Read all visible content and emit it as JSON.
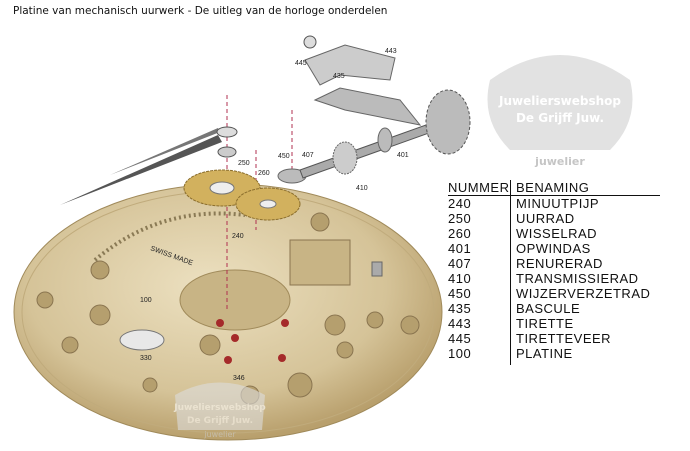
{
  "title": "Platine van mechanisch uurwerk - De uitleg van de horloge onderdelen",
  "legend": {
    "headers": {
      "number": "NUMMER",
      "name": "BENAMING"
    },
    "rows": [
      {
        "number": "240",
        "name": "MINUUTPIJP"
      },
      {
        "number": "250",
        "name": "UURRAD"
      },
      {
        "number": "260",
        "name": "WISSELRAD"
      },
      {
        "number": "401",
        "name": "OPWINDAS"
      },
      {
        "number": "407",
        "name": "RENURERAD"
      },
      {
        "number": "410",
        "name": "TRANSMISSIERAD"
      },
      {
        "number": "450",
        "name": "WIJZERVERZETRAD"
      },
      {
        "number": "435",
        "name": "BASCULE"
      },
      {
        "number": "443",
        "name": "TIRETTE"
      },
      {
        "number": "445",
        "name": "TIRETTEVEER"
      },
      {
        "number": "100",
        "name": "PLATINE"
      }
    ]
  },
  "part_labels": {
    "p443": "443",
    "p445": "445",
    "p435": "435",
    "p250": "250",
    "p260": "260",
    "p450": "450",
    "p407": "407",
    "p401": "401",
    "p410": "410",
    "p240": "240",
    "p100": "100",
    "p330": "330",
    "p346": "346",
    "swiss": "SWISS MADE"
  },
  "watermark": {
    "line1": "Juwelierswebshop",
    "line2": "De Grijff Juw.",
    "line3": "juwelier"
  },
  "colors": {
    "plate": "#d9c9a0",
    "gear": "#c9a65a",
    "steel": "#9a9a9a"
  }
}
